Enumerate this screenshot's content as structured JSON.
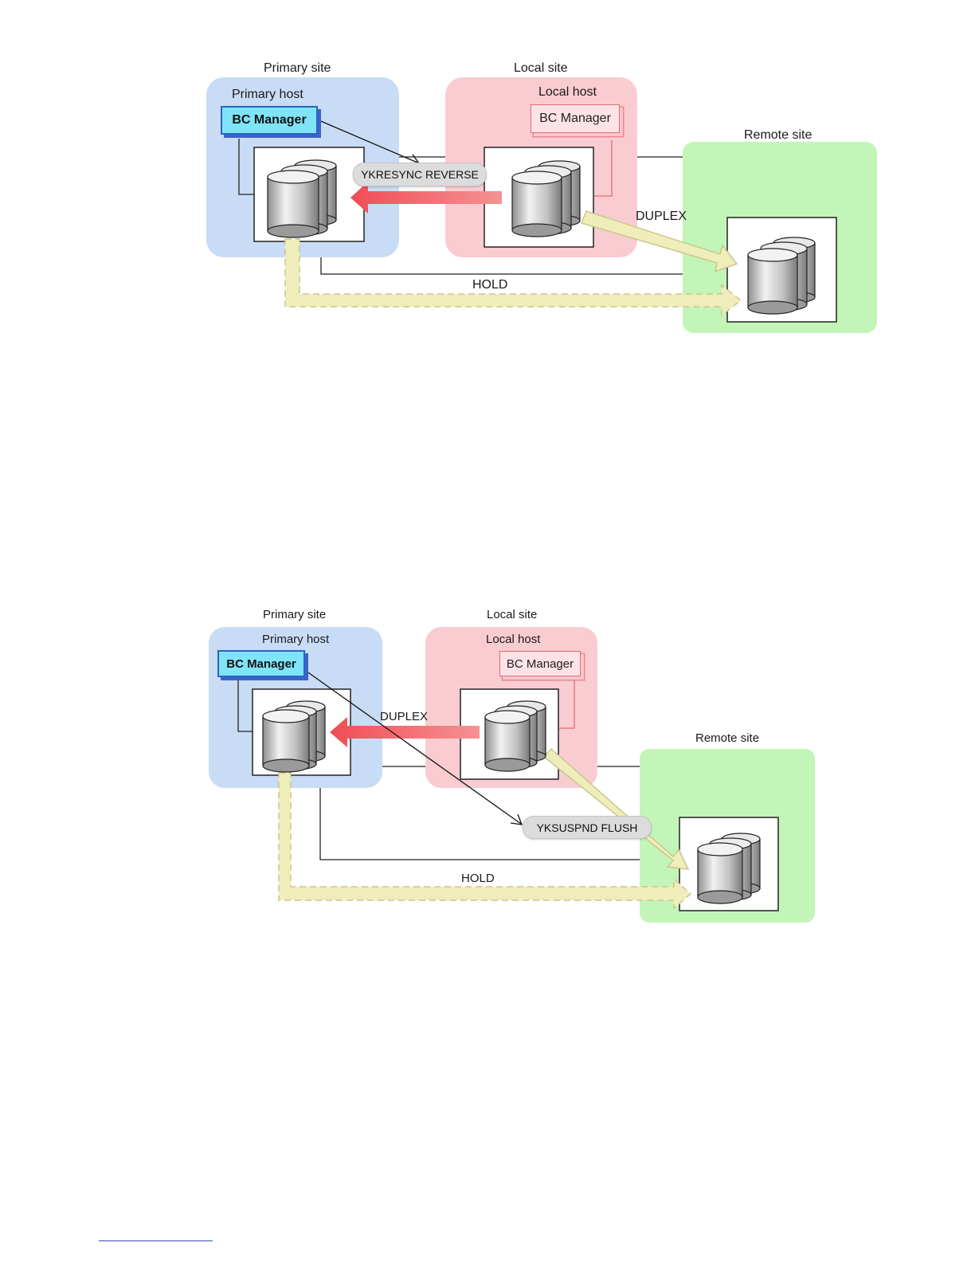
{
  "diagram1": {
    "primary_site": "Primary site",
    "primary_host": "Primary host",
    "primary_bc_manager": "BC Manager",
    "local_site": "Local site",
    "local_host": "Local host",
    "local_bc_manager": "BC Manager",
    "remote_site": "Remote site",
    "command": "YKRESYNC REVERSE",
    "duplex_label": "DUPLEX",
    "hold_label": "HOLD"
  },
  "diagram2": {
    "primary_site": "Primary site",
    "primary_host": "Primary host",
    "primary_bc_manager": "BC Manager",
    "local_site": "Local site",
    "local_host": "Local host",
    "local_bc_manager": "BC Manager",
    "remote_site": "Remote site",
    "command": "YKSUSPND FLUSH",
    "duplex_label": "DUPLEX",
    "hold_label": "HOLD"
  },
  "colors": {
    "primary_site_fill": "#c9dcf5",
    "local_site_fill": "#f9ccd1",
    "remote_site_fill": "#c3f5b8",
    "sync_arrow": "#f0676b",
    "async_arrow": "#efeebb",
    "bc_manager_active": "#7fe4f8"
  }
}
